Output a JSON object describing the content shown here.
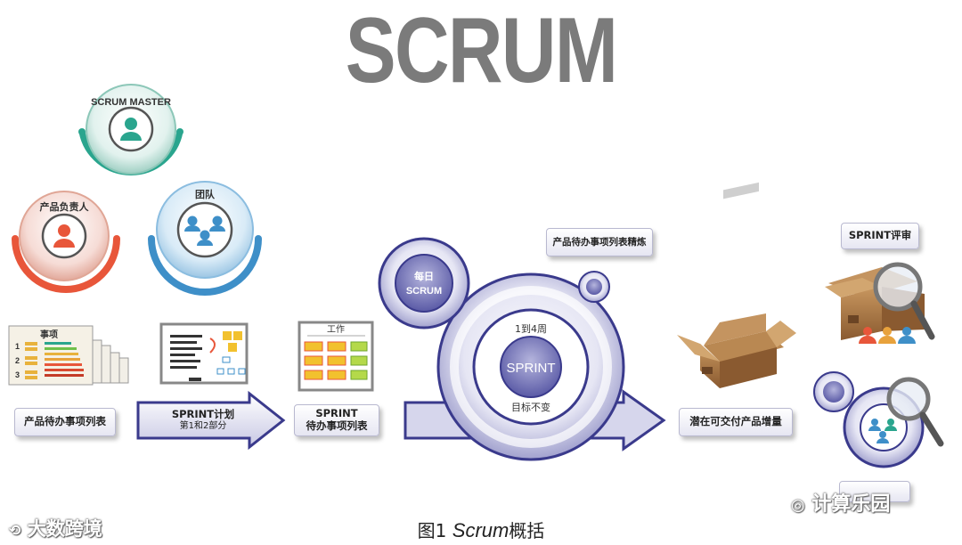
{
  "title": "SCRUM",
  "roles": {
    "scrum_master": "SCRUM MASTER",
    "product_owner": "产品负责人",
    "team": "团队"
  },
  "backlog": {
    "header": "事项",
    "rows": [
      "1",
      "2",
      "3"
    ],
    "label": "产品待办事项列表"
  },
  "planning": {
    "label_line1": "SPRINT计划",
    "label_line2": "第1和2部分"
  },
  "sprint_backlog": {
    "header": "工作",
    "label_line1": "SPRINT",
    "label_line2": "待办事项列表"
  },
  "sprint_cycle": {
    "daily_line1": "每日",
    "daily_line2": "SCRUM",
    "weeks": "1到4周",
    "center": "SPRINT",
    "goal": "目标不变",
    "refinement": "产品待办事项列表精炼"
  },
  "increment": {
    "label": "潜在可交付产品增量"
  },
  "review": {
    "label": "SPRINT评审"
  },
  "caption": {
    "prefix": "图1 ",
    "italic": "Scrum",
    "suffix": "概括"
  },
  "watermarks": {
    "left": "大数跨境",
    "right": "计算乐园"
  },
  "colors": {
    "title_gray": "#7b7b7b",
    "purple": "#3a3a8c",
    "teal": "#2aa58e",
    "orange": "#e8563a",
    "blue": "#3e8fc8"
  }
}
